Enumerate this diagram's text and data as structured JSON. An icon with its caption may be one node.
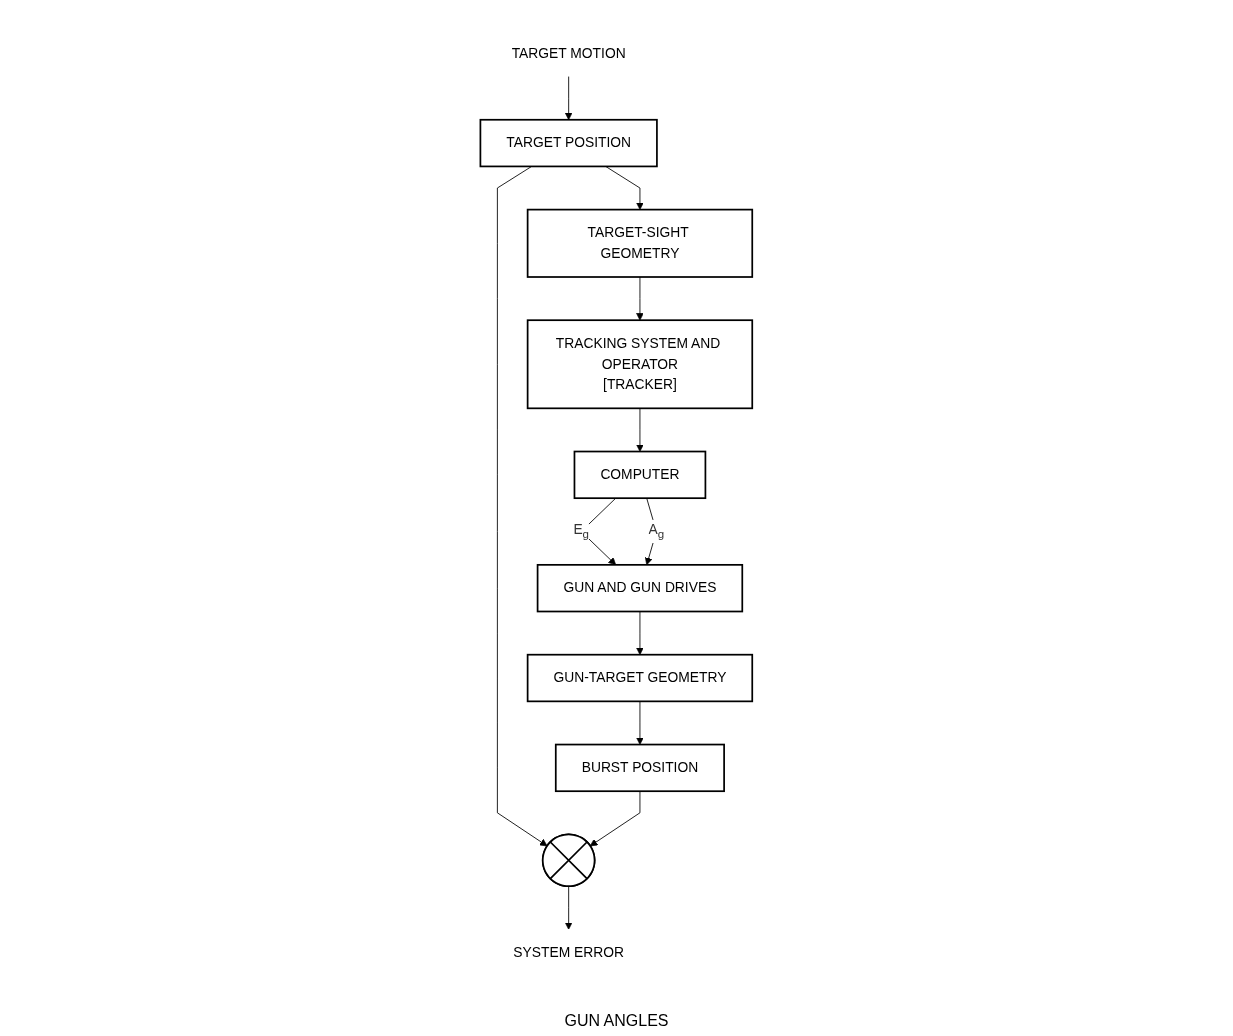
{
  "diagram": {
    "nodes": [
      {
        "text": [
          "TARGET MOTION"
        ]
      },
      {
        "text": [
          "TARGET POSITION"
        ]
      },
      {
        "text": [],
        "shape": "circle"
      },
      {
        "text": [
          "SYSTEM ERROR"
        ]
      },
      {
        "text": [
          "BURST POSITION"
        ]
      },
      {
        "text": [
          "TARGET-SIGHT GEOMETRY"
        ]
      },
      {
        "text": [
          "GUN-TARGET GEOMETRY"
        ]
      },
      {
        "text": [
          "TRACKING SYSTEM AND OPERATOR",
          "[TRACKER]"
        ]
      },
      {
        "text": [
          "COMPUTER"
        ]
      },
      {
        "text": [
          "GUN AND GUN DRIVES"
        ]
      }
    ],
    "edges": [
      {
        "from": 0,
        "to": 1,
        "arrow": "to"
      },
      {
        "from": 1,
        "to": 2,
        "arrow": "to"
      },
      {
        "from": 4,
        "to": 2,
        "arrow": "to"
      },
      {
        "from": 2,
        "to": 3,
        "arrow": "to"
      },
      {
        "from": 1,
        "to": 5,
        "arrow": "to"
      },
      {
        "from": 5,
        "to": 7,
        "arrow": "to"
      },
      {
        "from": 7,
        "to": 8,
        "arrow": "to"
      },
      {
        "from": 8,
        "to": 9,
        "label": "E$_{g}$",
        "arrow": "to"
      },
      {
        "from": 8,
        "to": 9,
        "label": "A$_{g}$",
        "arrow": "to"
      },
      {
        "from": 9,
        "to": 6,
        "arrow": "to"
      },
      {
        "from": 6,
        "to": 4,
        "arrow": "to"
      }
    ],
    "labels": [
      "GUN ANGLES"
    ]
  }
}
